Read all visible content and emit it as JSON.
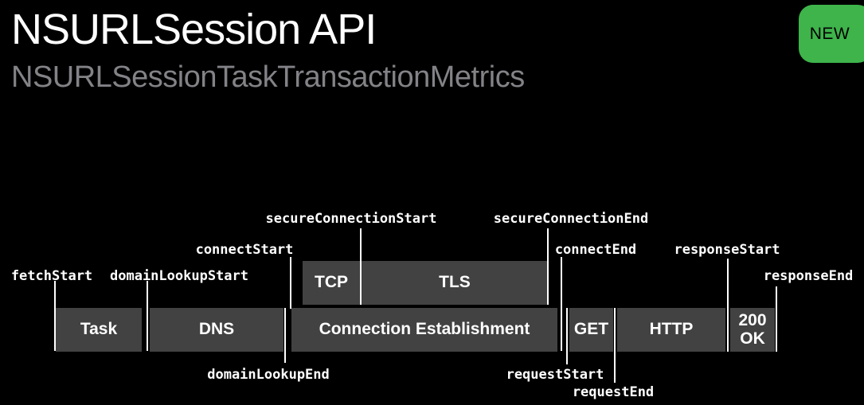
{
  "header": {
    "title": "NSURLSession API",
    "subtitle": "NSURLSessionTaskTransactionMetrics",
    "badge": {
      "label": "NEW",
      "background_color": "#3eb44b",
      "text_color": "#000000"
    }
  },
  "diagram": {
    "colors": {
      "background": "#000000",
      "phase_box": "#424242",
      "tick_line": "#ffffff",
      "event_label": "#ffffff",
      "title_text": "#ffffff",
      "subtitle_text": "#828287"
    },
    "events": [
      {
        "label": "fetchStart"
      },
      {
        "label": "domainLookupStart"
      },
      {
        "label": "domainLookupEnd"
      },
      {
        "label": "connectStart"
      },
      {
        "label": "secureConnectionStart"
      },
      {
        "label": "secureConnectionEnd"
      },
      {
        "label": "connectEnd"
      },
      {
        "label": "requestStart"
      },
      {
        "label": "requestEnd"
      },
      {
        "label": "responseStart"
      },
      {
        "label": "responseEnd"
      }
    ],
    "phases": {
      "top": [
        {
          "label": "TCP"
        },
        {
          "label": "TLS"
        }
      ],
      "bottom": [
        {
          "label": "Task"
        },
        {
          "label": "DNS"
        },
        {
          "label": "Connection Establishment"
        },
        {
          "label": "GET"
        },
        {
          "label": "HTTP"
        },
        {
          "label": "200 OK"
        }
      ]
    }
  }
}
